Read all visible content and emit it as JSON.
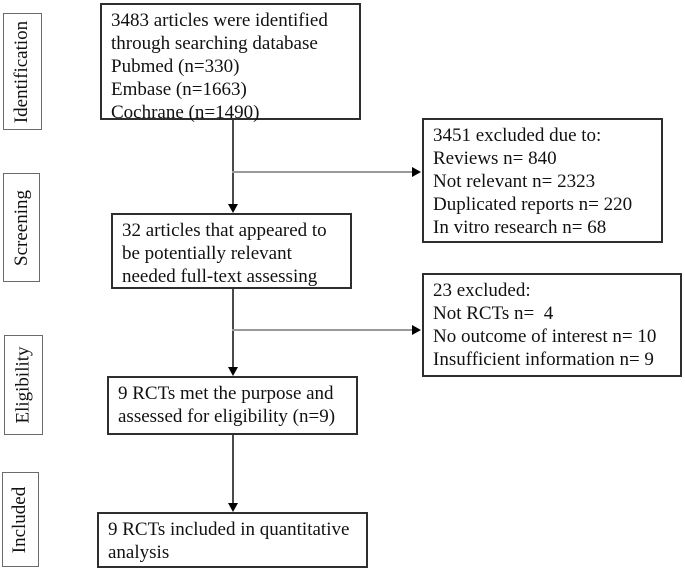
{
  "figure": {
    "type": "prisma-flow-diagram",
    "stages": [
      {
        "label": "Identification"
      },
      {
        "label": "Screening"
      },
      {
        "label": "Eligibility"
      },
      {
        "label": "Included"
      }
    ],
    "boxes": {
      "identified": {
        "lines": [
          "3483 articles were identified",
          "through searching database",
          "Pubmed (n=330)",
          "Embase (n=1663)",
          "Cochrane (n=1490)"
        ]
      },
      "excluded_screening": {
        "lines": [
          "3451 excluded due to:",
          "Reviews n= 840",
          "Not relevant n= 2323",
          "Duplicated reports n= 220",
          "In vitro research n= 68"
        ]
      },
      "fulltext_assessed": {
        "lines": [
          "32 articles that appeared to",
          "be potentially relevant",
          "needed full-text assessing"
        ]
      },
      "excluded_eligibility": {
        "lines": [
          "23 excluded:",
          "Not RCTs n=  4",
          "No outcome of interest n= 10",
          "Insufficient information n= 9"
        ]
      },
      "eligible_rcts": {
        "lines": [
          "9 RCTs met the purpose and",
          "assessed for eligibility (n=9)"
        ]
      },
      "included_rcts": {
        "lines": [
          "9 RCTs included in quantitative",
          "analysis"
        ]
      }
    },
    "colors": {
      "box_border": "#2e2e2e",
      "stage_border": "#6a6a6a",
      "connector_dark": "#4a4a4a",
      "connector_light": "#9a9a9a",
      "arrowhead": "#000000",
      "text": "#111111",
      "background": "#ffffff"
    }
  }
}
